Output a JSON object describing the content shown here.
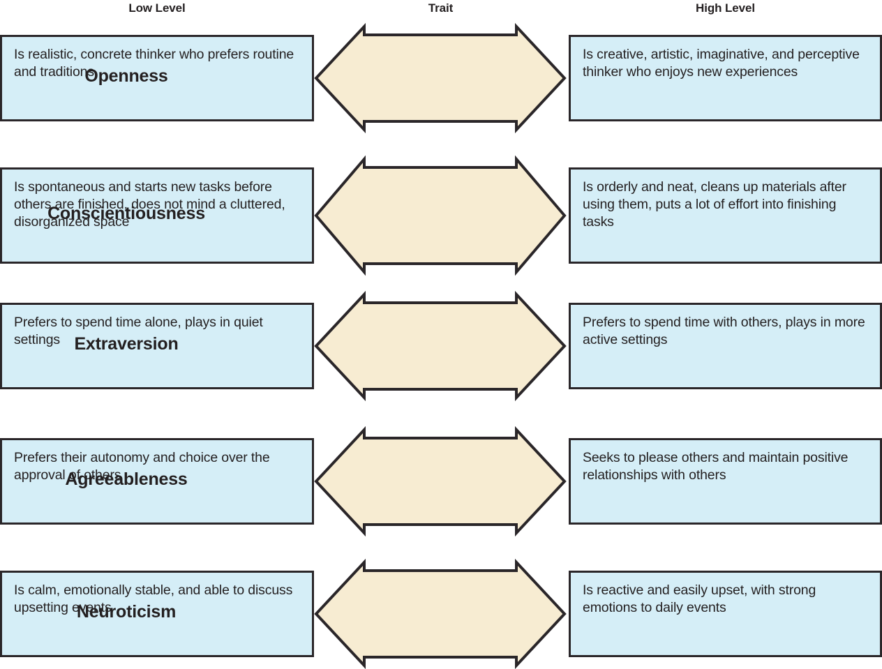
{
  "header": {
    "low": "Low Level",
    "trait": "Trait",
    "high": "High Level"
  },
  "colors": {
    "box_fill": "#d5eef7",
    "arrow_fill": "#f7ecd2",
    "stroke": "#2a2629",
    "text": "#231f20"
  },
  "rows": [
    {
      "trait": "Openness",
      "low": "Is realistic, concrete thinker who prefers routine and traditions",
      "high": "Is creative, artistic, imaginative, and perceptive thinker who enjoys new experiences"
    },
    {
      "trait": "Conscientiousness",
      "low": "Is spontaneous and starts new tasks before others are finished, does not mind a cluttered, disorganized space",
      "high": "Is orderly and neat, cleans up materials after using them, puts a lot of effort into finishing tasks"
    },
    {
      "trait": "Extraversion",
      "low": "Prefers to spend time alone, plays in quiet settings",
      "high": "Prefers to spend time with others, plays in more active settings"
    },
    {
      "trait": "Agreeableness",
      "low": "Prefers their autonomy and choice over the approval of others",
      "high": "Seeks to please others and maintain positive relationships with others"
    },
    {
      "trait": "Neuroticism",
      "low": "Is calm, emotionally stable, and able to discuss upsetting events",
      "high": "Is reactive and easily upset, with strong emotions to daily events"
    }
  ]
}
